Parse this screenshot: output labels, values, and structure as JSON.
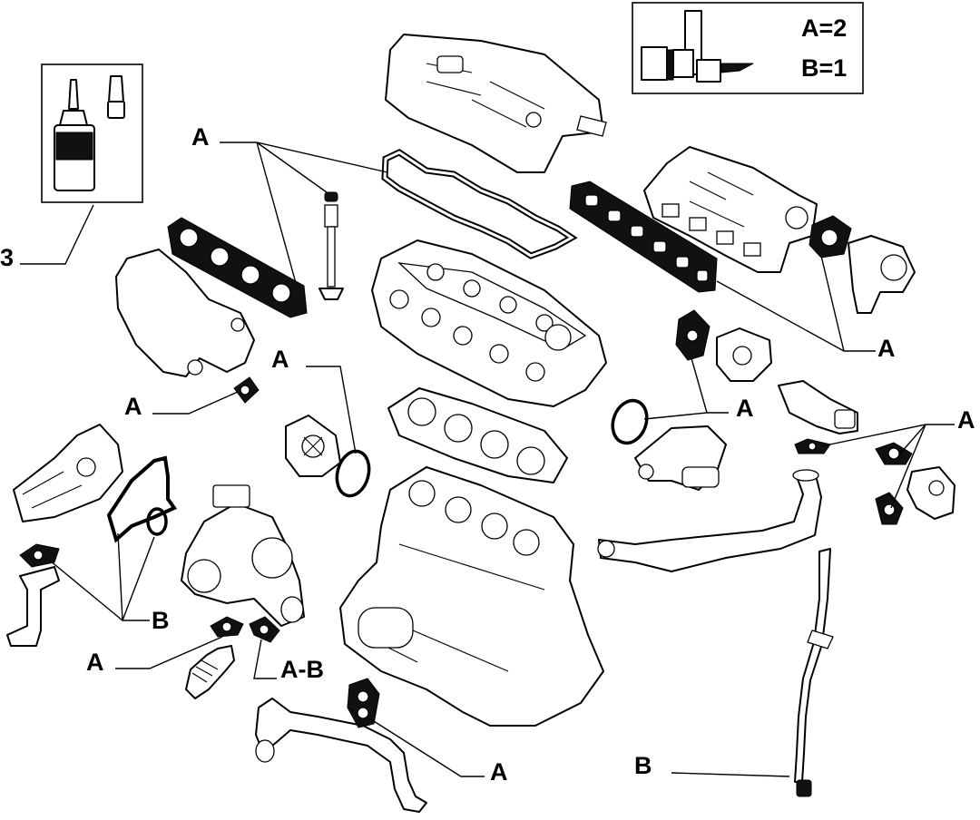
{
  "legend": {
    "line_a": "A=2",
    "line_b": "B=1",
    "item_number": "3"
  },
  "callouts": {
    "a_top_left": "A",
    "a_left_manifold": "A",
    "a_water_pump": "A",
    "a_right_manifold": "A",
    "a_thermostat": "A",
    "a_right_egr": "A",
    "a_turbo_flange": "A",
    "a_b_turbo": "A-B",
    "a_bottom_pipe": "A",
    "b_oil_pump": "B",
    "b_dipstick": "B"
  }
}
